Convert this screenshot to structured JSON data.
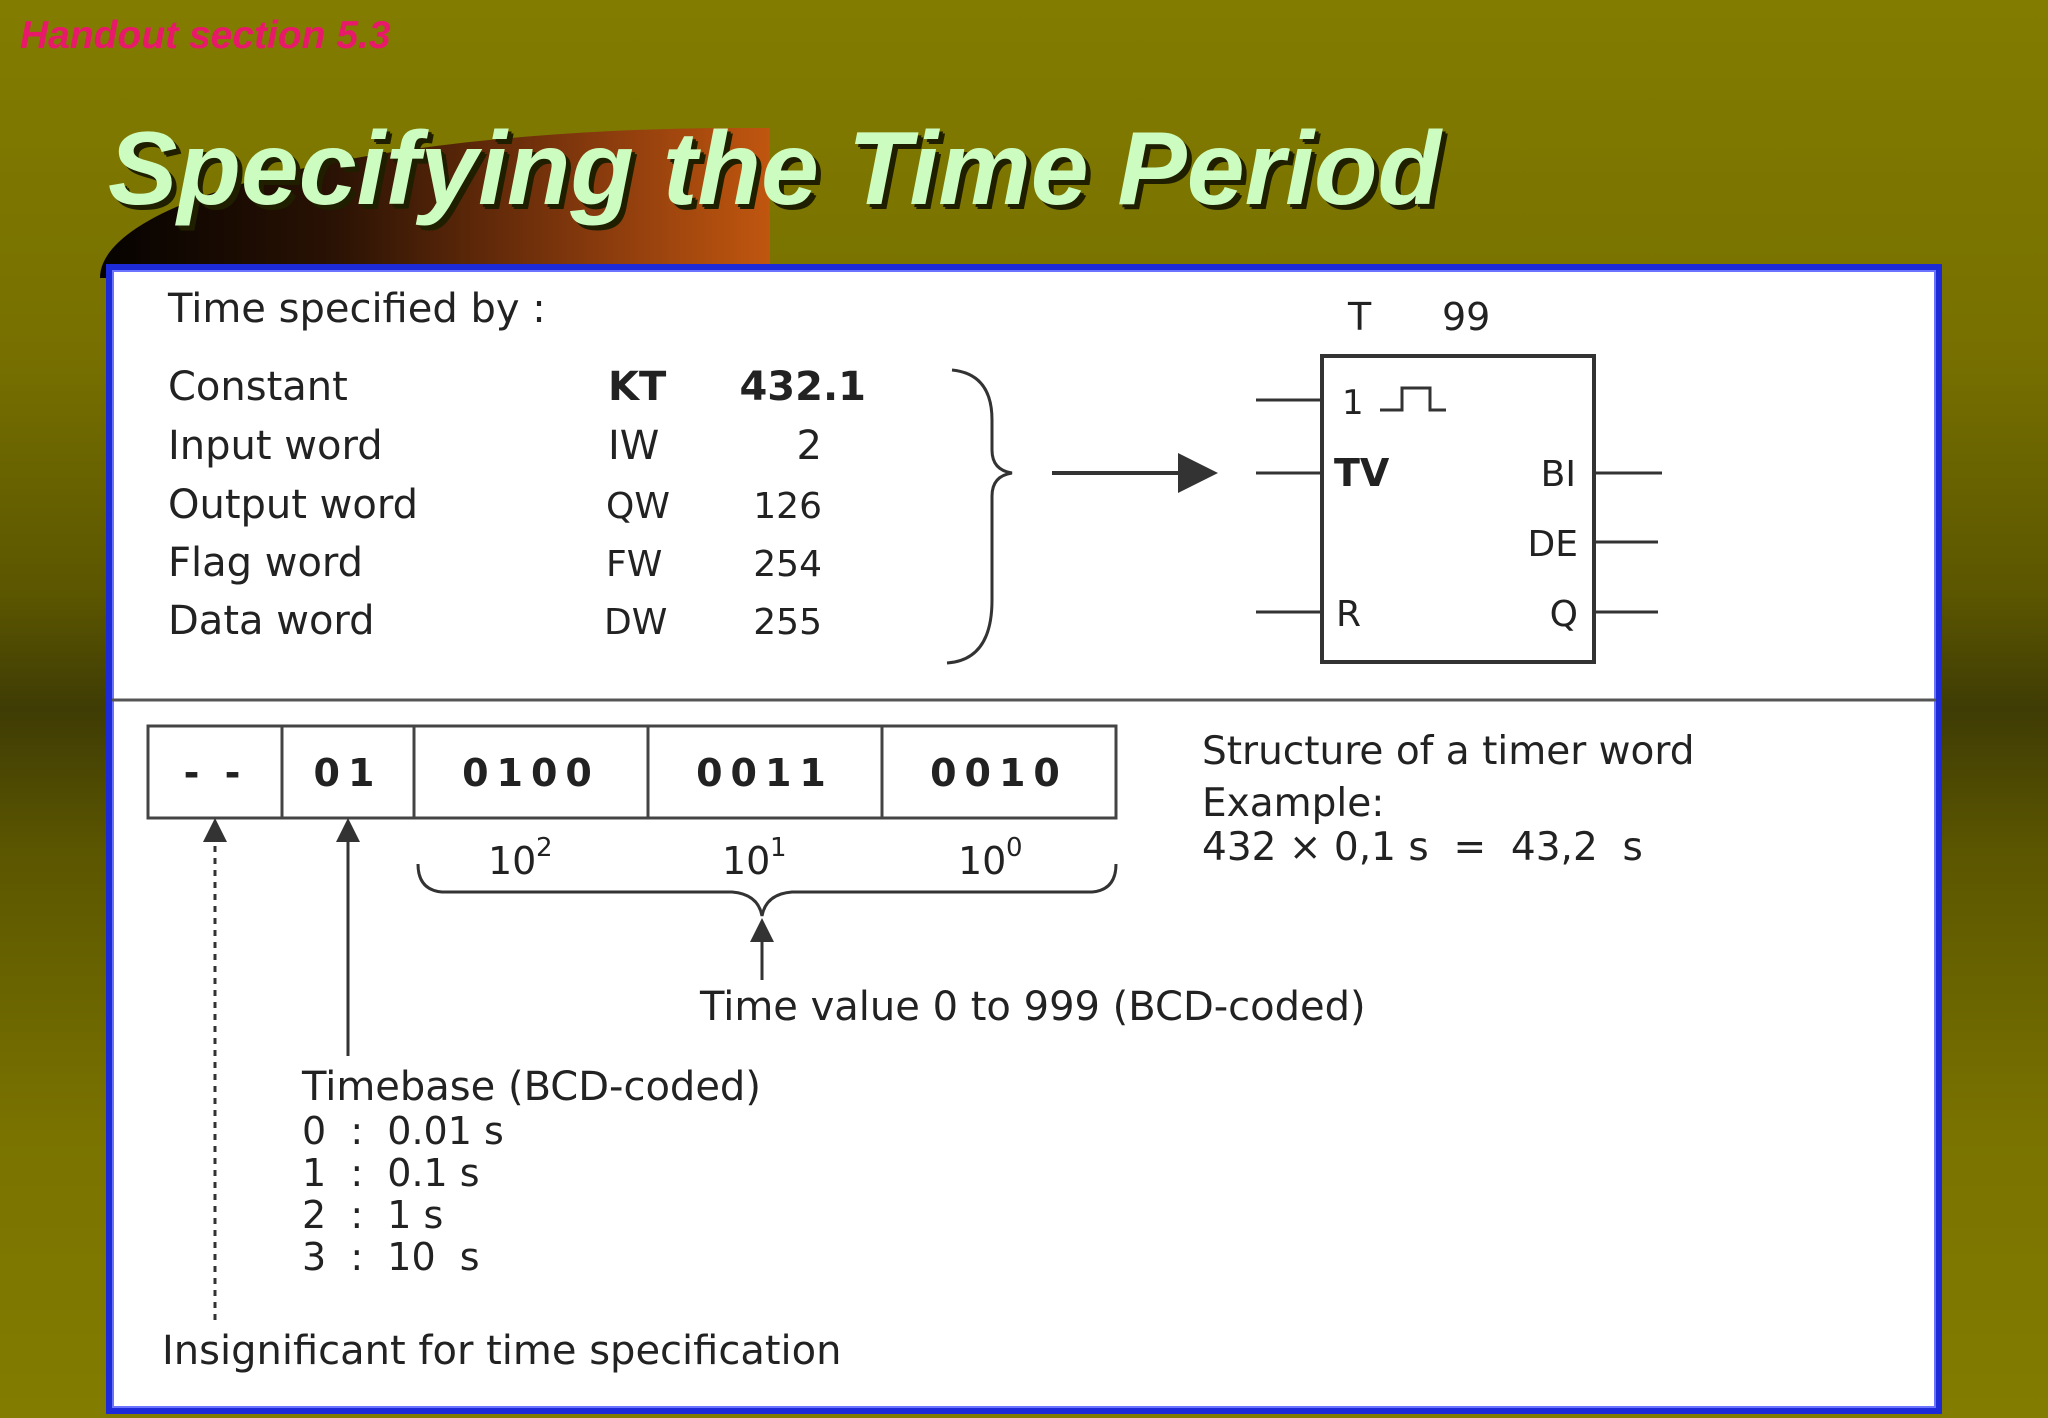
{
  "header": {
    "handout": "Handout section 5.3",
    "title": "Specifying the Time Period"
  },
  "time_spec": {
    "heading": "Time specified by :",
    "rows": [
      {
        "label": "Constant",
        "code": "KT",
        "value": "432.1"
      },
      {
        "label": "Input word",
        "code": "IW",
        "value": "2"
      },
      {
        "label": "Output word",
        "code": "QW",
        "value": "126"
      },
      {
        "label": "Flag word",
        "code": "FW",
        "value": "254"
      },
      {
        "label": "Data word",
        "code": "DW",
        "value": "255"
      }
    ]
  },
  "timer_block": {
    "name_prefix": "T",
    "number": "99",
    "inputs": [
      "1",
      "TV",
      "R"
    ],
    "outputs": [
      "BI",
      "DE",
      "Q"
    ]
  },
  "timer_word": {
    "cells": [
      "- -",
      "01",
      "0100",
      "0011",
      "0010"
    ],
    "powers": [
      {
        "base": "10",
        "exp": "2"
      },
      {
        "base": "10",
        "exp": "1"
      },
      {
        "base": "10",
        "exp": "0"
      }
    ],
    "structure_title": "Structure of a timer word",
    "example_label": "Example:",
    "example_expr": "432 × 0,1 s  =  43,2  s",
    "time_value_label": "Time value  0  to  999 (BCD-coded)",
    "timebase_title": "Timebase (BCD-coded)",
    "timebase_items": [
      "0  :  0.01 s",
      "1  :  0.1 s",
      "2  :  1 s",
      "3  :  10  s"
    ],
    "insignificant_label": "Insignificant for time specification"
  }
}
